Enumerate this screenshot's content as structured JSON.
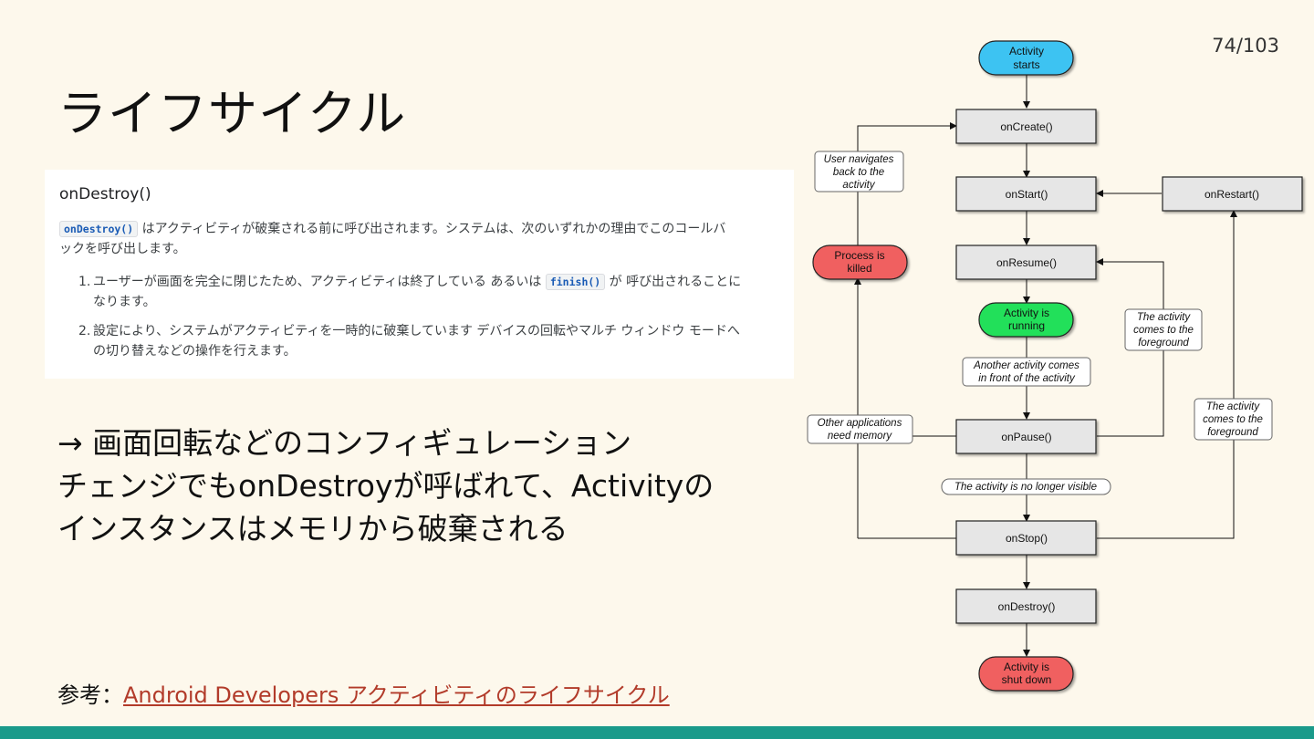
{
  "page": {
    "number": "74/103"
  },
  "slide": {
    "title": "ライフサイクル"
  },
  "doc": {
    "heading": "onDestroy()",
    "para_code": "onDestroy()",
    "para_line1": " はアクティビティが破棄される前に呼び出されます。システムは、次のいずれかの理由でこのコールバ",
    "para_line2": "ックを呼び出します。",
    "items": [
      {
        "num": "1.",
        "before": "ユーザーが画面を完全に閉じたため、アクティビティは終了している あるいは ",
        "code": "finish()",
        "after": " が 呼び出されることに",
        "line2": "なります。"
      },
      {
        "num": "2.",
        "line1": "設定により、システムがアクティビティを一時的に破棄しています デバイスの回転やマルチ ウィンドウ モードへ",
        "line2": "の切り替えなどの操作を行えます。"
      }
    ]
  },
  "body": {
    "line1": "→ 画面回転などのコンフィギュレーション",
    "line2": "チェンジでもonDestroyが呼ばれて、Activityの",
    "line3": "インスタンスはメモリから破棄される"
  },
  "reference": {
    "label": "参考：",
    "link_text": "Android Developers アクティビティのライフサイクル"
  },
  "diagram": {
    "start_line1": "Activity",
    "start_line2": "starts",
    "on_create": "onCreate()",
    "on_start": "onStart()",
    "on_restart": "onRestart()",
    "on_resume": "onResume()",
    "running_line1": "Activity is",
    "running_line2": "running",
    "on_pause": "onPause()",
    "on_stop": "onStop()",
    "on_destroy": "onDestroy()",
    "shutdown_line1": "Activity is",
    "shutdown_line2": "shut down",
    "killed_line1": "Process is",
    "killed_line2": "killed",
    "user_nav_line1": "User navigates",
    "user_nav_line2": "back to the",
    "user_nav_line3": "activity",
    "other_apps_line1": "Other applications",
    "other_apps_line2": "need memory",
    "another_line1": "Another activity comes",
    "another_line2": "in front of the activity",
    "no_longer_visible": "The activity is no longer visible",
    "fg1_line1": "The activity",
    "fg1_line2": "comes to the",
    "fg1_line3": "foreground",
    "fg2_line1": "The activity",
    "fg2_line2": "comes to the",
    "fg2_line3": "foreground"
  },
  "colors": {
    "background": "#fdf8ec",
    "footer": "#1a9a8a",
    "link": "#b23b2a",
    "start_node": "#3cc3f2",
    "running_node": "#22e05a",
    "end_node": "#f06060",
    "method_box": "#e6e6e6"
  }
}
